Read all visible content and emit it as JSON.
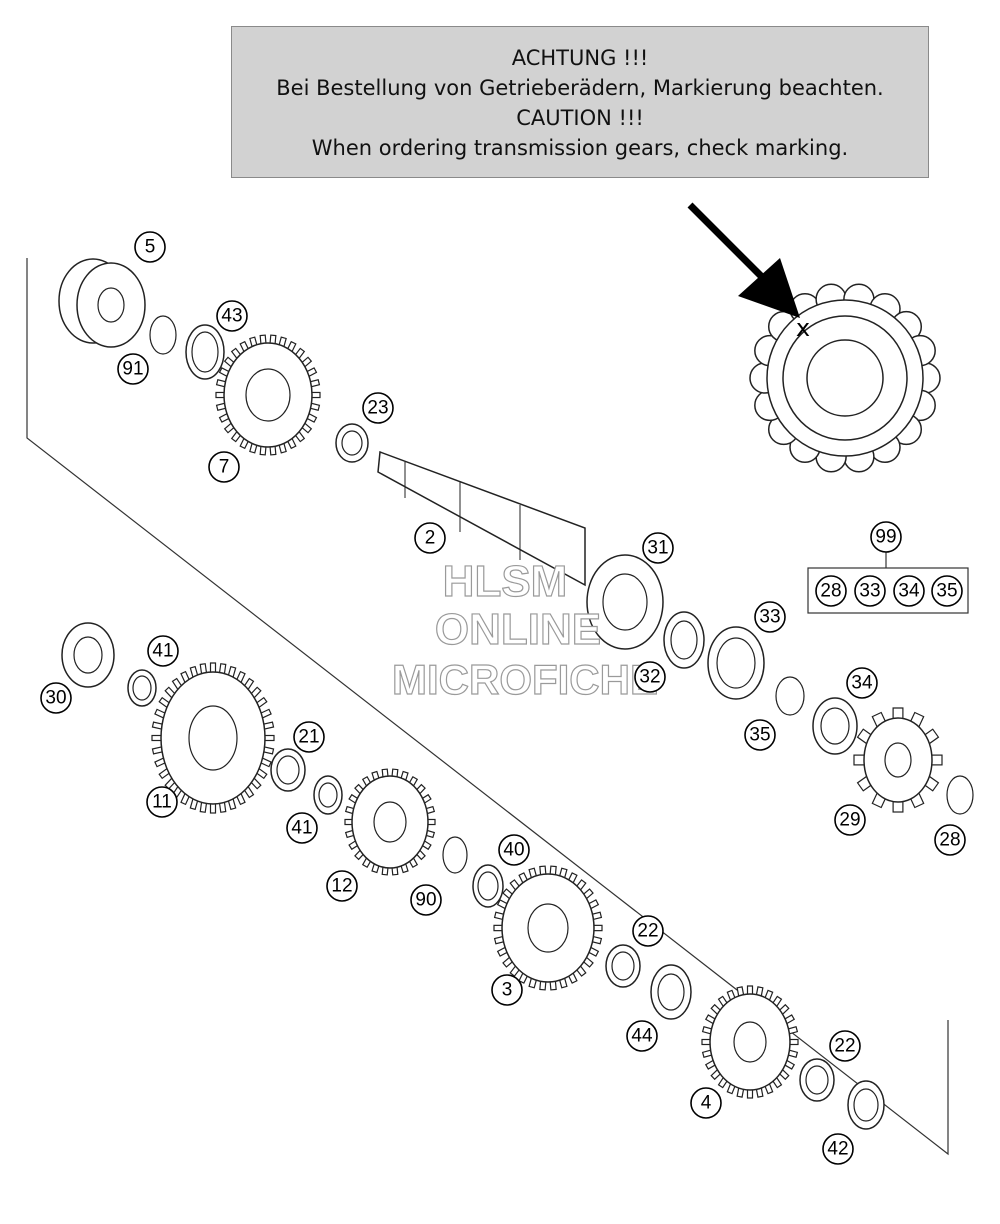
{
  "notice": {
    "line1": "ACHTUNG !!!",
    "line2": "Bei Bestellung von Getrieberädern, Markierung beachten.",
    "line3": "CAUTION !!!",
    "line4": "When ordering transmission gears, check marking."
  },
  "gear_marking": "x",
  "watermark": {
    "line1": "HLSM",
    "line2": "ONLINE",
    "line3": "MICROFICHE"
  },
  "kit": {
    "number": "99",
    "contents": [
      "28",
      "33",
      "34",
      "35"
    ]
  },
  "callouts": {
    "c5": "5",
    "c91": "91",
    "c43": "43",
    "c7": "7",
    "c23": "23",
    "c2": "2",
    "c31": "31",
    "c32": "32",
    "c33": "33",
    "c34": "34",
    "c35": "35",
    "c29": "29",
    "c28": "28",
    "c30": "30",
    "c41a": "41",
    "c11": "11",
    "c21": "21",
    "c41b": "41",
    "c12": "12",
    "c90": "90",
    "c40": "40",
    "c3": "3",
    "c22a": "22",
    "c44": "44",
    "c4": "4",
    "c22b": "22",
    "c42": "42"
  }
}
